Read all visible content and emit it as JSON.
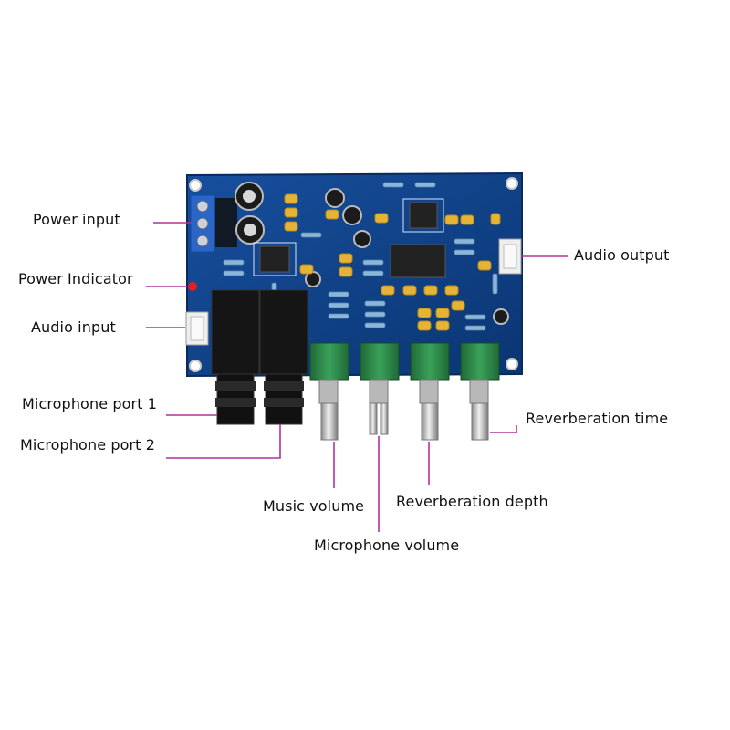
{
  "labels": {
    "power_input": "Power input",
    "power_indicator": "Power Indicator",
    "audio_input": "Audio input",
    "microphone_port_1": "Microphone port 1",
    "microphone_port_2": "Microphone port 2",
    "music_volume": "Music volume",
    "reverberation_depth": "Reverberation depth",
    "microphone_volume": "Microphone volume",
    "reverberation_time": "Reverberation time",
    "audio_output": "Audio output"
  },
  "colors": {
    "board": "#0c3f86",
    "leader_line": "#b0329a",
    "knob_body": "#2f8a4a",
    "capacitor": "#e3b436",
    "terminal_block": "#2a66c9",
    "connector": "#eeeeee",
    "jack": "#151515",
    "power_led": "#e02020"
  }
}
